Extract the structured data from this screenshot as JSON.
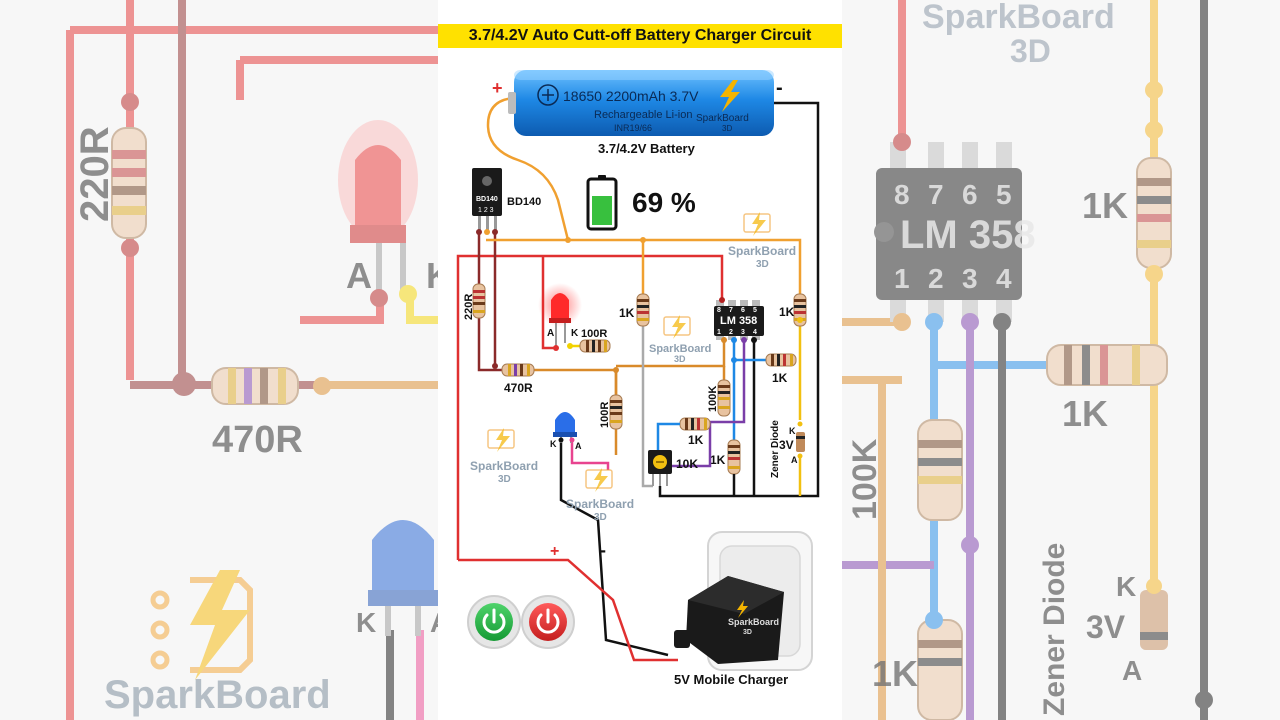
{
  "title": "3.7/4.2V Auto Cutt-off Battery Charger Circuit",
  "battery": {
    "label_main": "18650 2200mAh 3.7V",
    "label_type": "Rechargeable Li-ion",
    "label_model": "INR19/66",
    "caption": "3.7/4.2V Battery",
    "plus": "+",
    "minus": "-"
  },
  "charge_level": {
    "value": 69,
    "text": "69 %"
  },
  "transistor": {
    "name": "BD140",
    "body_label": "BD140",
    "pins": "1 2 3"
  },
  "ic": {
    "name": "LM 358",
    "pins_top": [
      "8",
      "7",
      "6",
      "5"
    ],
    "pins_bottom": [
      "1",
      "2",
      "3",
      "4"
    ]
  },
  "resistors": {
    "r220": "220R",
    "r470": "470R",
    "r100_led": "100R",
    "r100_v": "100R",
    "r1k_a": "1K",
    "r1k_b": "1K",
    "r1k_c": "1K",
    "r1k_d": "1K",
    "r1k_e": "1K",
    "r100k": "100K",
    "pot": "10K"
  },
  "zener": {
    "label": "Zener Diode",
    "value": "3V",
    "k": "K",
    "a": "A"
  },
  "red_led": {
    "a": "A",
    "k": "K"
  },
  "blue_led": {
    "k": "K",
    "a": "A"
  },
  "charger": {
    "caption": "5V Mobile Charger",
    "plus": "+",
    "minus": "-"
  },
  "brand": {
    "name": "SparkBoard",
    "sub": "3D"
  },
  "colors": {
    "title_bg": "#ffe100",
    "wire_red": "#e03030",
    "wire_orange": "#f0a030",
    "wire_black": "#111111",
    "battery_blue": "#1e88e5",
    "power_green": "#26b24a",
    "power_red": "#e53935"
  },
  "left_zoom": {
    "r220": "220R",
    "r470": "470R",
    "led_a": "A",
    "led_k": "K",
    "blue_k": "K",
    "blue_a": "A",
    "brand": "SparkBoard"
  },
  "right_zoom": {
    "brand": "SparkBoard",
    "brand_sub": "3D",
    "ic_name": "LM 358",
    "pins_top": [
      "8",
      "7",
      "6",
      "5"
    ],
    "pins_bottom": [
      "1",
      "2",
      "3",
      "4"
    ],
    "r1k_a": "1K",
    "r1k_b": "1K",
    "r1k_c": "1K",
    "r100k": "100K",
    "zener_label": "Zener Diode",
    "zener_value": "3V",
    "k": "K",
    "a": "A"
  }
}
